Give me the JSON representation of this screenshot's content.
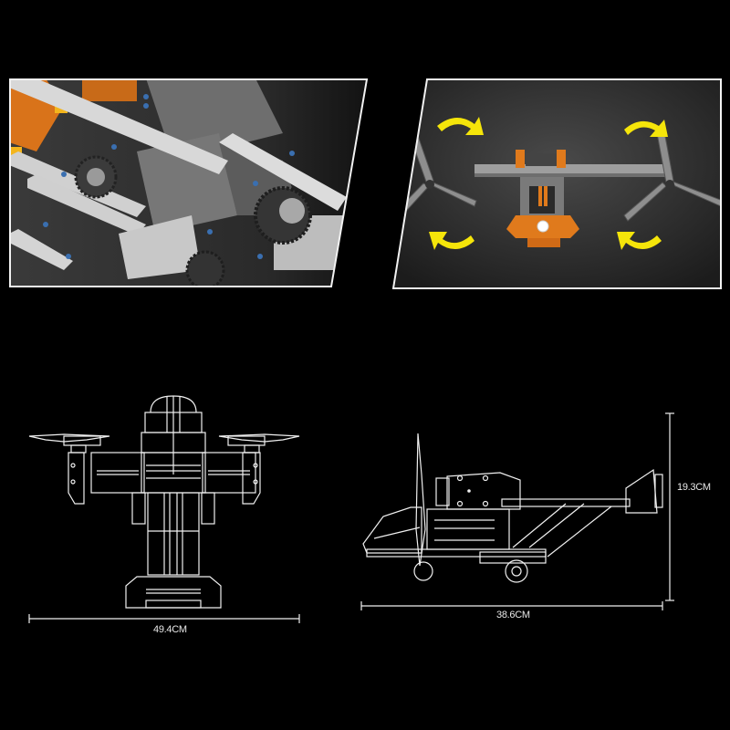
{
  "panels": {
    "top_left": {
      "description": "close-up of gearbox mechanism",
      "bg": "#2b2b2b",
      "accent": "#e07a1c"
    },
    "top_right": {
      "description": "top view of tiltrotor with rotation arrows",
      "bg": "#3a3a3a",
      "arrow_color": "#f5e50a",
      "body_orange": "#e07a1c"
    }
  },
  "dimensions": {
    "front_width": "49.4CM",
    "side_length": "38.6CM",
    "side_height": "19.3CM"
  },
  "colors": {
    "background": "#000000",
    "line": "#f0f0f0"
  }
}
